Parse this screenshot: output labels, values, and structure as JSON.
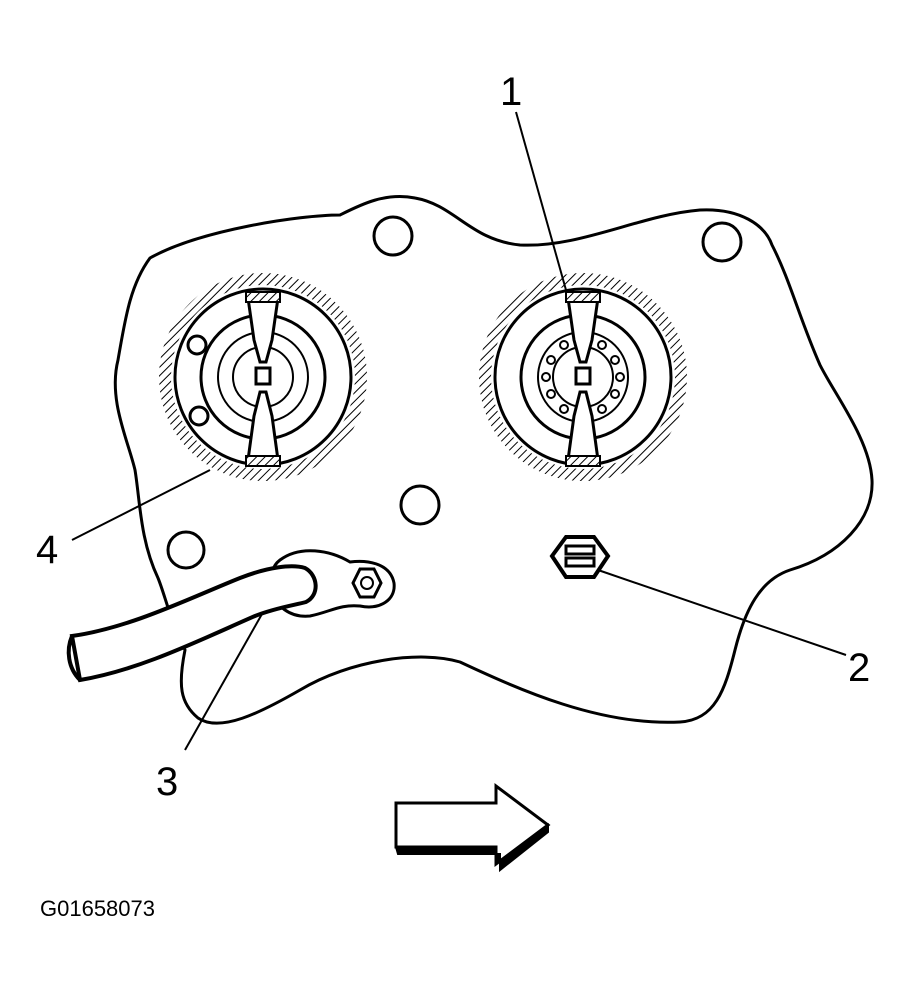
{
  "callouts": {
    "one": "1",
    "two": "2",
    "three": "3",
    "four": "4"
  },
  "figure_id": "G01658073",
  "colors": {
    "ink": "#000000",
    "paper": "#ffffff"
  },
  "icons": {
    "direction": "right-arrow-icon"
  }
}
